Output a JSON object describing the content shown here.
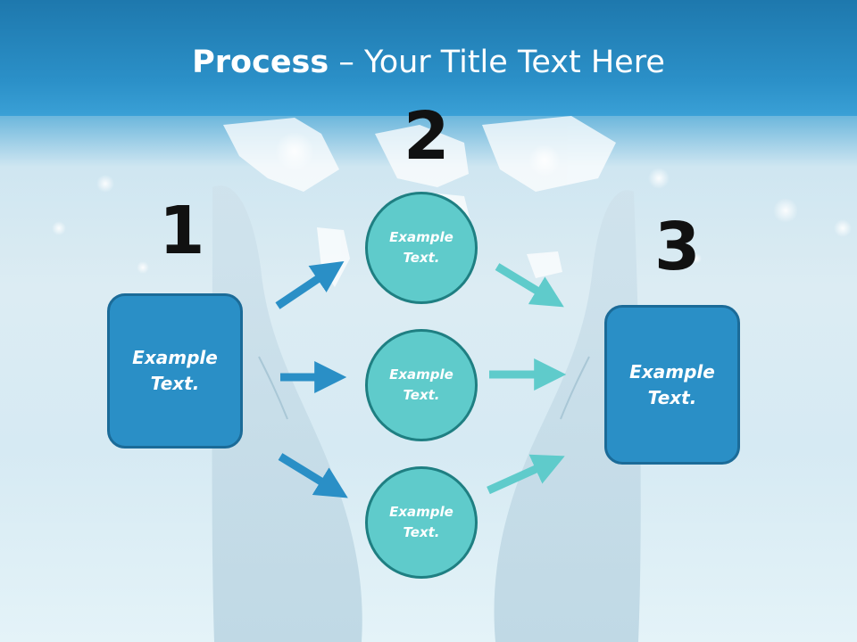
{
  "title": {
    "bold": "Process",
    "rest": " – Your Title Text Here"
  },
  "numbers": {
    "one": "1",
    "two": "2",
    "three": "3"
  },
  "left_box": {
    "line1": "Example",
    "line2": "Text."
  },
  "right_box": {
    "line1": "Example",
    "line2": "Text."
  },
  "circles": [
    {
      "line1": "Example",
      "line2": "Text."
    },
    {
      "line1": "Example",
      "line2": "Text."
    },
    {
      "line1": "Example",
      "line2": "Text."
    }
  ],
  "colors": {
    "blue": "#2a8fc6",
    "teal": "#5fcbcb",
    "dark_text": "#111111",
    "title_band": "#1e78ad"
  },
  "icons": [
    "world-map-background",
    "open-hands-background",
    "arrow-icon"
  ]
}
